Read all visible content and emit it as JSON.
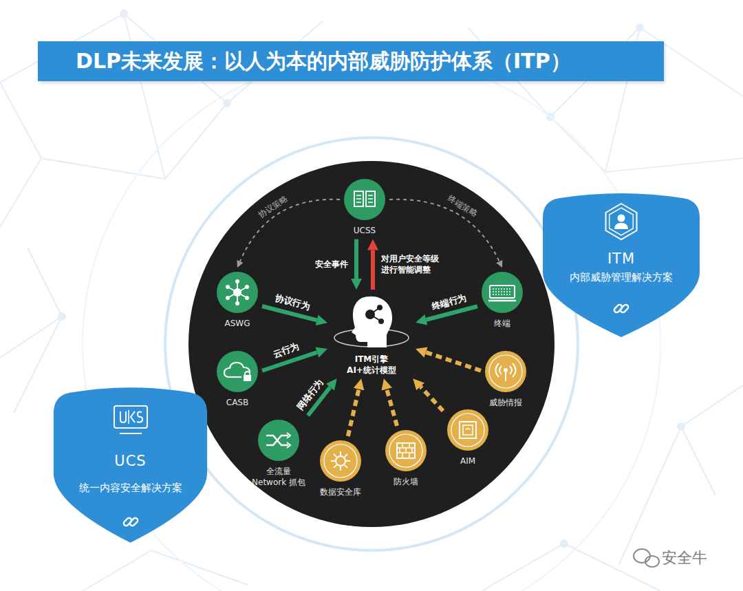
{
  "diagram": {
    "title": "DLP未来发展：以人为本的内部威胁防护体系（ITP）",
    "nodes": [
      {
        "text": [
          "ITM",
          "内部威胁管理解决方案"
        ]
      },
      {
        "text": [
          "UCS",
          "统一内容安全解决方案"
        ]
      },
      {
        "text": [
          "UCSS"
        ]
      },
      {
        "text": [
          "ITM引擎 AI+统计模型"
        ]
      },
      {
        "text": [
          "ASWG"
        ]
      },
      {
        "text": [
          "终端"
        ]
      },
      {
        "text": [
          "CASB"
        ]
      },
      {
        "text": [
          "威胁情报"
        ]
      },
      {
        "text": [
          "全流量 Network 抓包"
        ]
      },
      {
        "text": [
          "AIM"
        ]
      },
      {
        "text": [
          "数据安全库"
        ]
      },
      {
        "text": [
          "防火墙"
        ]
      }
    ],
    "edges": [
      {
        "from": 2,
        "to": 4,
        "label": "协议策略",
        "arrow": "to"
      },
      {
        "from": 2,
        "to": 5,
        "label": "终端策略",
        "arrow": "to"
      },
      {
        "from": 2,
        "to": 3,
        "label": "安全事件",
        "arrow": "to"
      },
      {
        "from": 3,
        "to": 2,
        "label": "对用户安全等级 进行智能调整",
        "arrow": "to"
      },
      {
        "from": 4,
        "to": 3,
        "label": "协议行为",
        "arrow": "to"
      },
      {
        "from": 5,
        "to": 3,
        "label": "终端行为",
        "arrow": "to"
      },
      {
        "from": 6,
        "to": 3,
        "label": "云行为",
        "arrow": "to"
      },
      {
        "from": 8,
        "to": 3,
        "label": "网络行为",
        "arrow": "to"
      },
      {
        "from": 7,
        "to": 3,
        "arrow": "to"
      },
      {
        "from": 9,
        "to": 3,
        "arrow": "to"
      },
      {
        "from": 11,
        "to": 3,
        "arrow": "to"
      },
      {
        "from": 10,
        "to": 3,
        "arrow": "to"
      }
    ],
    "labels": [
      "安全牛"
    ]
  }
}
